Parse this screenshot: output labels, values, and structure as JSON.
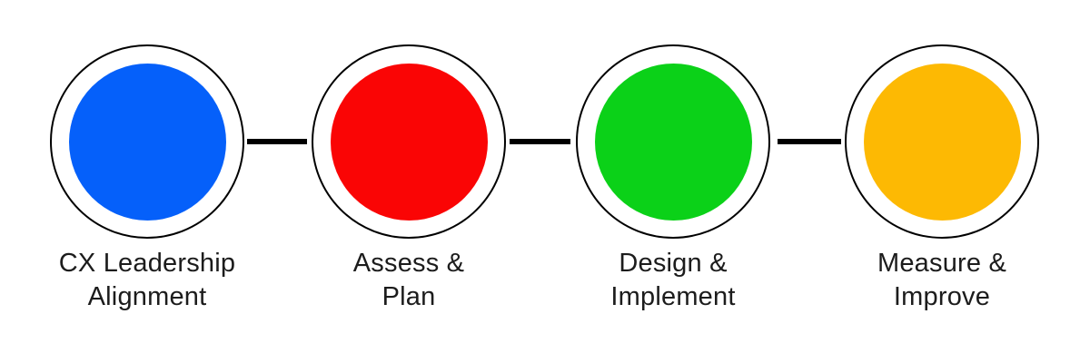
{
  "steps": [
    {
      "label": "CX Leadership\nAlignment",
      "color": "#0560FA",
      "color_name": "blue"
    },
    {
      "label": "Assess &\nPlan",
      "color": "#FA0505",
      "color_name": "red"
    },
    {
      "label": "Design &\nImplement",
      "color": "#0BD118",
      "color_name": "green"
    },
    {
      "label": "Measure &\nImprove",
      "color": "#FDB903",
      "color_name": "amber"
    }
  ],
  "styles": {
    "ring_color": "#000000",
    "connector_color": "#000000",
    "text_color": "#1C1C1C",
    "background": "#FFFFFF"
  }
}
